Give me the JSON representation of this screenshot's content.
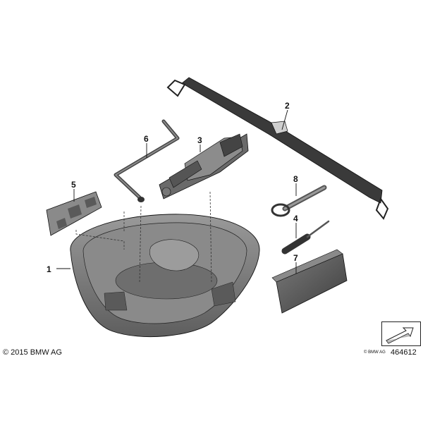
{
  "parts": [
    {
      "number": "1",
      "name": "tray"
    },
    {
      "number": "2",
      "name": "strap"
    },
    {
      "number": "3",
      "name": "jack"
    },
    {
      "number": "4",
      "name": "screwdriver"
    },
    {
      "number": "5",
      "name": "bracket"
    },
    {
      "number": "6",
      "name": "crank-handle"
    },
    {
      "number": "7",
      "name": "case"
    },
    {
      "number": "8",
      "name": "towing-eye"
    }
  ],
  "footer": {
    "copyright": "© 2015 BMW AG",
    "watermark": "© BMW AG",
    "image_number": "464612"
  },
  "icons": {
    "nav": "arrow-nav-icon"
  },
  "colors": {
    "part_dark": "#4a4a4a",
    "part_mid": "#7a7a7a",
    "part_light": "#a8a8a8",
    "line": "#111111"
  }
}
